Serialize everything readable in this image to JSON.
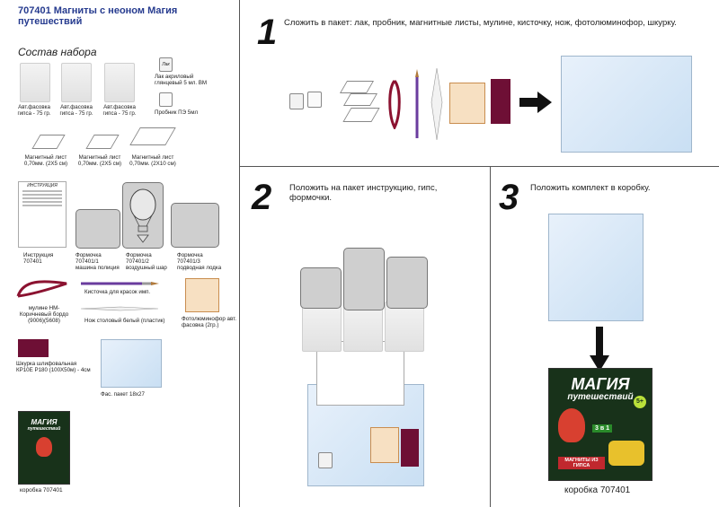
{
  "header": {
    "title": "707401 Магниты с неоном Магия путешествий",
    "subtitle": "Состав набора"
  },
  "contents": {
    "gypsum": [
      "Авт.фасовка гипса - 75 гр.",
      "Авт.фасовка гипса - 75 гр.",
      "Авт.фасовка гипса - 75 гр."
    ],
    "lak_jar": "Лак",
    "lak_label": "Лак акриловый глянцевый 5 мл. ВМ",
    "probnik_label": "Пробник ПЭ 5мл",
    "magnets": [
      "Магнитный лист 0,70мм. (2Х5 см)",
      "Магнитный лист 0,70мм. (2Х5 см)",
      "Магнитный лист 0,70мм. (2Х10 см)"
    ],
    "instruction_header": "ИНСТРУКЦИЯ",
    "instruction_label": "Инструкция 707401",
    "molds": [
      "Формочка 707401/1 машина полиция",
      "Формочка 707401/2 воздушный шар",
      "Формочка 707401/3 подводная лодка"
    ],
    "mouline": "мулине НМ-Коричневый бордо (9006)(5608)",
    "brush": "Кисточка для красок имп.",
    "knife": "Нож столовый белый (пластик)",
    "phosphor": "Фотолюминофор авт. фасовка (2гр.)",
    "sandpaper": "Шкурка шлифовальная КР10Е Р180 (100Х50м) - 4см",
    "packet": "Фас. пакет 18х27",
    "box_label": "коробка 707401"
  },
  "steps": [
    {
      "num": "1",
      "text": "Сложить в пакет: лак, пробник, магнитные листы, мулине, кисточку, нож, фотолюминофор, шкурку."
    },
    {
      "num": "2",
      "text": "Положить на пакет инструкцию, гипс, формочки."
    },
    {
      "num": "3",
      "text": "Положить комплект в коробку."
    }
  ],
  "box": {
    "brand_line1": "МАГИЯ",
    "brand_line2": "путешествий",
    "age": "5+",
    "badge": "3 в 1",
    "caption": "МАГНИТЫ ИЗ ГИПСА",
    "label": "коробка 707401"
  },
  "colors": {
    "title_blue": "#263b8f",
    "sandpaper": "#6e0f35",
    "box_green": "#18321a"
  }
}
